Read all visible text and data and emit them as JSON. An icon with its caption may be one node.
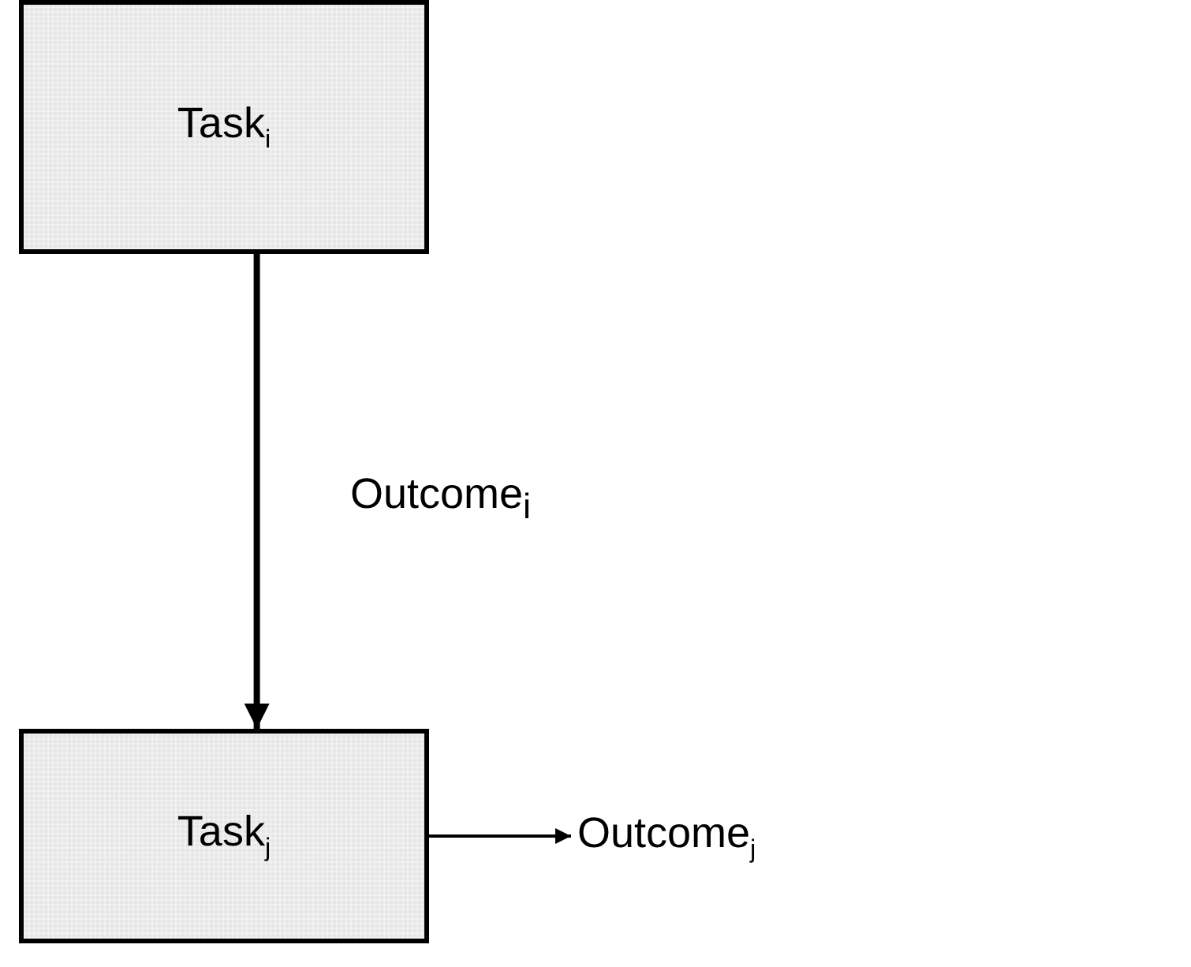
{
  "diagram": {
    "nodes": [
      {
        "text": [
          "Task$_{i}$"
        ]
      },
      {
        "text": [
          "Task$_{j}$"
        ]
      },
      {
        "text": [
          "Outcome$_{j}$"
        ]
      }
    ],
    "edges": [
      {
        "from": 0,
        "to": 1,
        "arrow": "to",
        "label": "Outcome$_{i}$",
        "style": "thick"
      },
      {
        "from": 1,
        "to": 2,
        "arrow": "to"
      }
    ]
  }
}
